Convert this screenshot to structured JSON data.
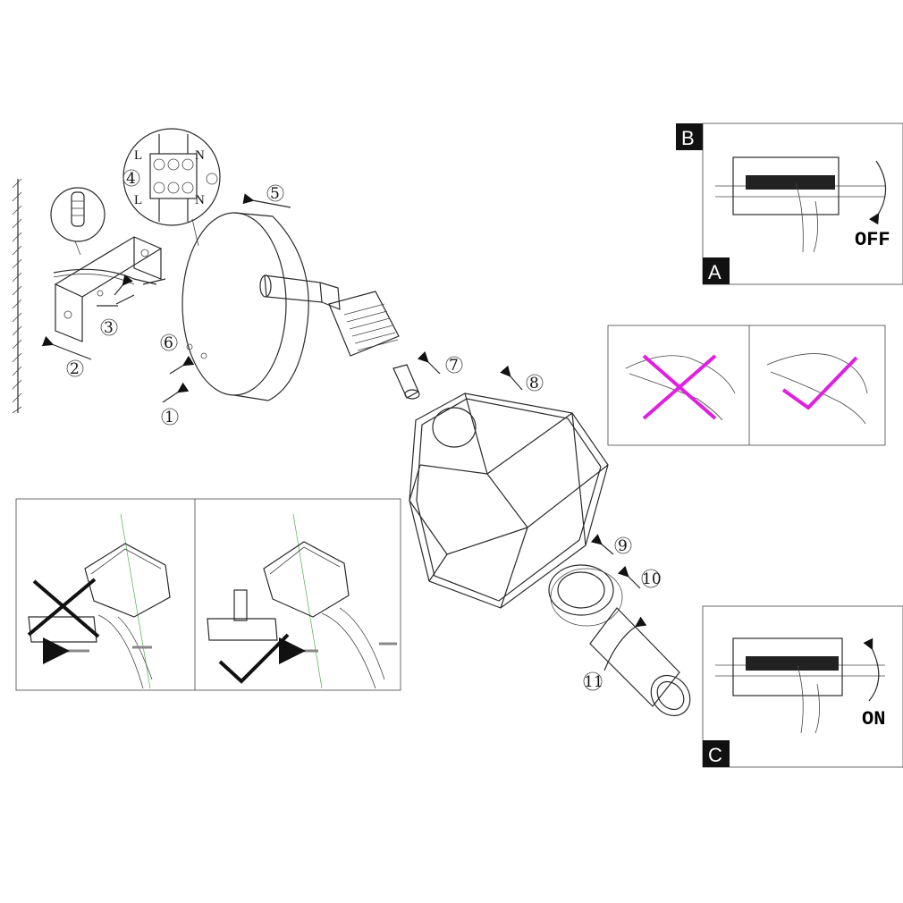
{
  "steps": [
    "1",
    "2",
    "3",
    "4",
    "5",
    "6",
    "7",
    "8",
    "9",
    "10",
    "11"
  ],
  "terminal": {
    "l": "L",
    "n": "N"
  },
  "panels": {
    "a": {
      "letter": "A"
    },
    "b": {
      "letter": "B",
      "status": "OFF"
    },
    "c": {
      "letter": "C",
      "status": "ON"
    }
  },
  "colors": {
    "wrong": "#e020e0",
    "line": "#2a2a2a",
    "highlight": "#4caf50"
  }
}
